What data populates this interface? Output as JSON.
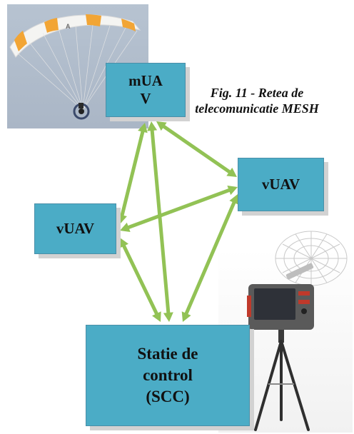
{
  "figure": {
    "caption": "Fig. 11 - Retea de telecomunicatie MESH"
  },
  "nodes": {
    "muav": {
      "label": "mUA\nV"
    },
    "vuav_right": {
      "label": "vUAV"
    },
    "vuav_left": {
      "label": "vUAV"
    },
    "scc": {
      "label": "Statie de\ncontrol\n(SCC)"
    }
  },
  "links": [
    {
      "from": "mUAV",
      "to": "vUAV (right)"
    },
    {
      "from": "mUAV",
      "to": "vUAV (left)"
    },
    {
      "from": "mUAV",
      "to": "Statie de control (SCC)"
    },
    {
      "from": "vUAV (right)",
      "to": "vUAV (left)"
    },
    {
      "from": "vUAV (right)",
      "to": "Statie de control (SCC)"
    },
    {
      "from": "vUAV (left)",
      "to": "Statie de control (SCC)"
    }
  ],
  "photos": {
    "top_left": "paraglider-photo",
    "bottom_right": "ground-control-station-photo"
  },
  "colors": {
    "node_fill": "#4bacc6",
    "link": "#92c255",
    "node_shadow": "#d2d2d2"
  }
}
